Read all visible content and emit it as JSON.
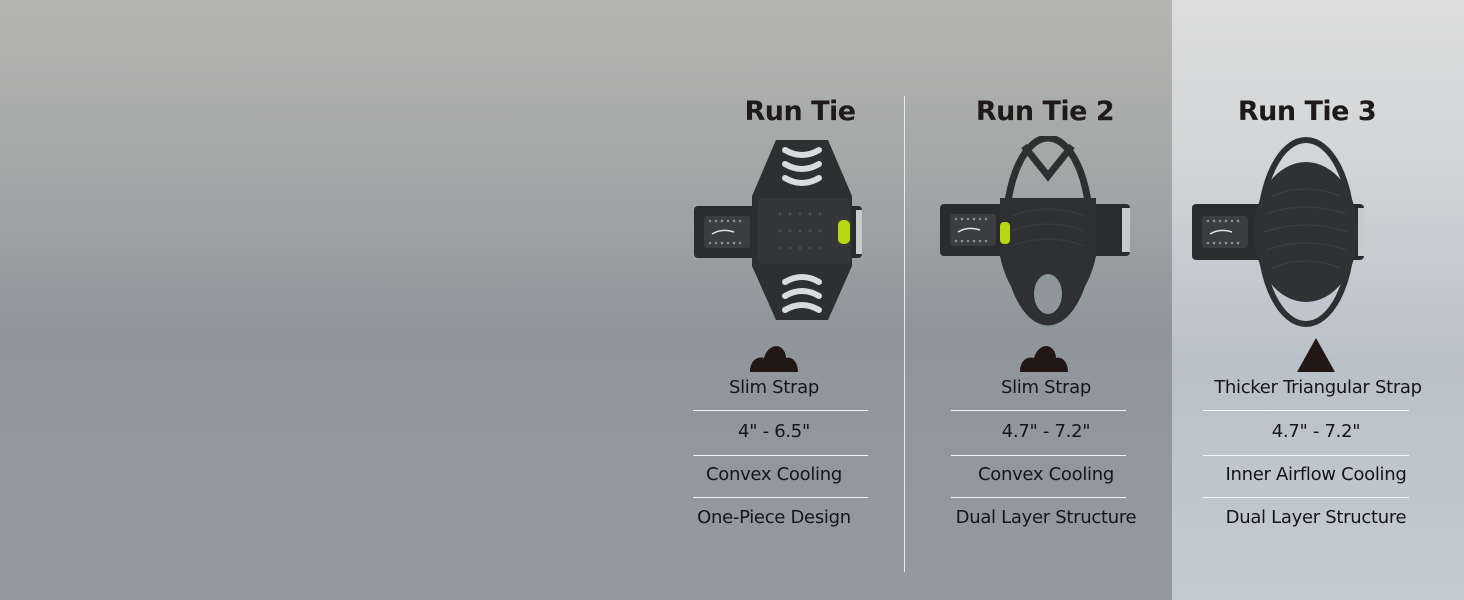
{
  "columns": [
    {
      "title": "Run Tie",
      "strap_icon": "cloud-bump-icon",
      "features": [
        "Slim Strap",
        "4\" - 6.5\"",
        "Convex Cooling",
        "One-Piece Design"
      ]
    },
    {
      "title": "Run Tie 2",
      "strap_icon": "cloud-bump-icon",
      "features": [
        "Slim Strap",
        "4.7\" - 7.2\"",
        "Convex Cooling",
        "Dual Layer Structure"
      ]
    },
    {
      "title": "Run Tie 3",
      "strap_icon": "triangle-icon",
      "features": [
        "Thicker Triangular Strap",
        "4.7\" - 7.2\"",
        "Inner Airflow Cooling",
        "Dual Layer Structure"
      ]
    }
  ],
  "colors": {
    "accent_lime": "#b9d613",
    "product_dark": "#2b2c2e",
    "icon_dark": "#231716"
  }
}
